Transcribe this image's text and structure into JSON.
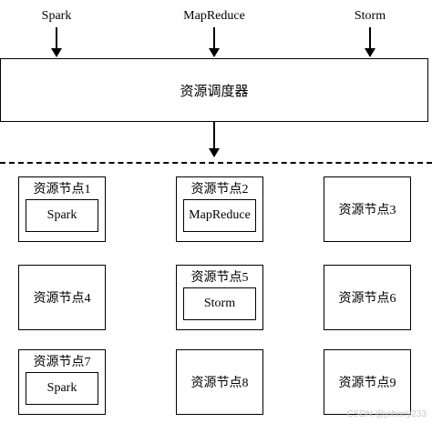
{
  "frameworks": [
    {
      "label": "Spark"
    },
    {
      "label": "MapReduce"
    },
    {
      "label": "Storm"
    }
  ],
  "scheduler": {
    "label": "资源调度器"
  },
  "nodes": [
    {
      "label": "资源节点1",
      "task": "Spark"
    },
    {
      "label": "资源节点2",
      "task": "MapReduce"
    },
    {
      "label": "资源节点3",
      "task": null
    },
    {
      "label": "资源节点4",
      "task": null
    },
    {
      "label": "资源节点5",
      "task": "Storm"
    },
    {
      "label": "资源节点6",
      "task": null
    },
    {
      "label": "资源节点7",
      "task": "Spark"
    },
    {
      "label": "资源节点8",
      "task": null
    },
    {
      "label": "资源节点9",
      "task": null
    }
  ],
  "watermark": "CSDN @johnny233"
}
